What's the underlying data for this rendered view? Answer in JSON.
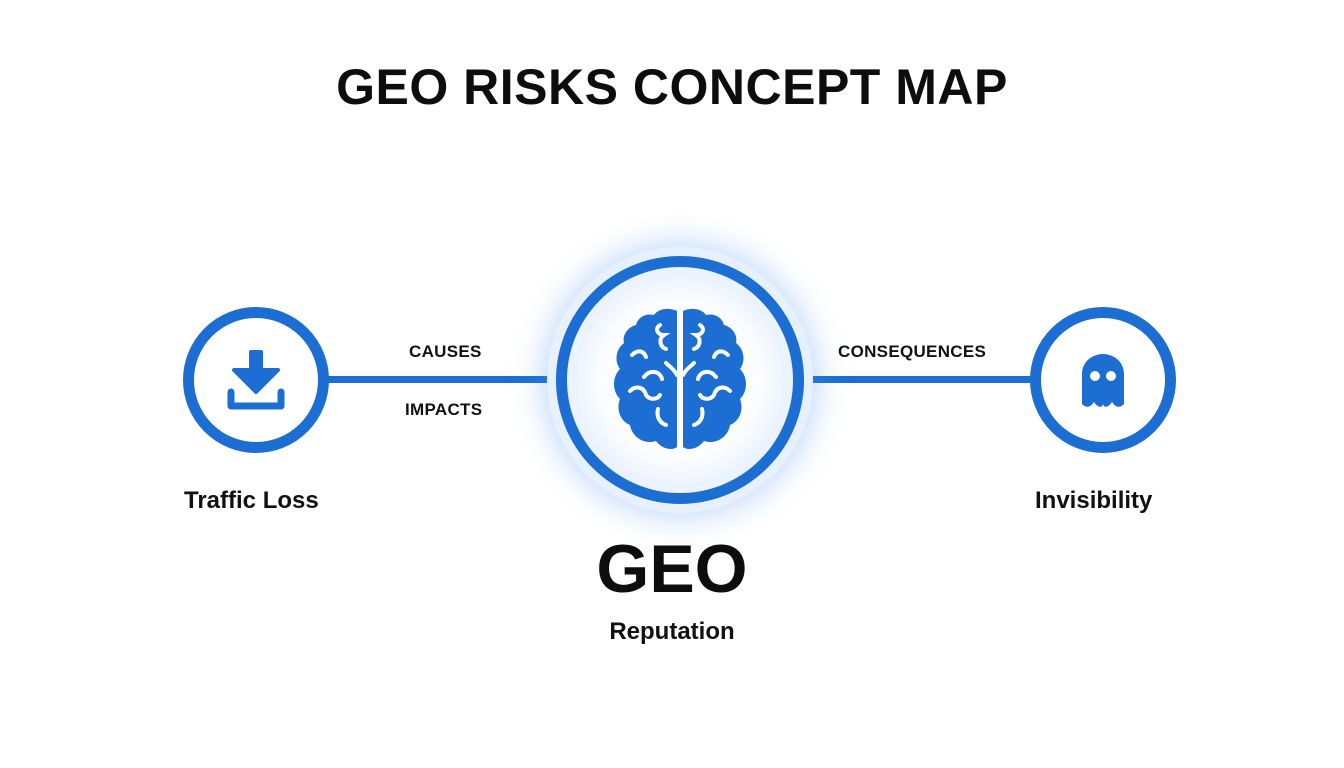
{
  "title": "GEO RISKS CONCEPT MAP",
  "colors": {
    "accent": "#1c6ed3",
    "glow": "#e7f1fd",
    "text": "#111111"
  },
  "center": {
    "title": "GEO",
    "subtitle": "Reputation",
    "icon": "brain-icon"
  },
  "nodes": [
    {
      "label": "Traffic Loss",
      "icon": "download-icon"
    },
    {
      "label": "Invisibility",
      "icon": "ghost-icon"
    }
  ],
  "edges": {
    "left_top": "CAUSES",
    "left_bottom": "IMPACTS",
    "right_top": "CONSEQUENCES"
  }
}
